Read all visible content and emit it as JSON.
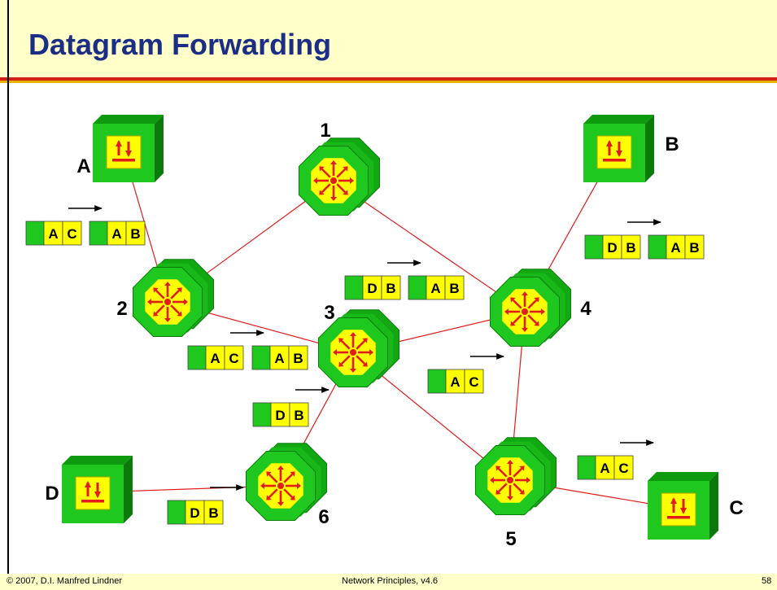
{
  "title": "Datagram Forwarding",
  "footer": {
    "copyright": "© 2007, D.I. Manfred Lindner",
    "course": "Network Principles, v4.6",
    "page": "58"
  },
  "colors": {
    "header_bg": "#ffffc9",
    "title": "#1c2d86",
    "router_green": "#1ec81e",
    "router_yellow": "#ffff00",
    "arrow_red": "#e21b1b",
    "link_red": "#e21b1b"
  },
  "hosts": [
    {
      "id": "A",
      "label": "A"
    },
    {
      "id": "B",
      "label": "B"
    },
    {
      "id": "C",
      "label": "C"
    },
    {
      "id": "D",
      "label": "D"
    }
  ],
  "routers": [
    {
      "id": "1",
      "label": "1"
    },
    {
      "id": "2",
      "label": "2"
    },
    {
      "id": "3",
      "label": "3"
    },
    {
      "id": "4",
      "label": "4"
    },
    {
      "id": "5",
      "label": "5"
    },
    {
      "id": "6",
      "label": "6"
    }
  ],
  "links": [
    [
      "A",
      "2"
    ],
    [
      "2",
      "1"
    ],
    [
      "1",
      "4"
    ],
    [
      "2",
      "3"
    ],
    [
      "3",
      "4"
    ],
    [
      "4",
      "B"
    ],
    [
      "3",
      "6"
    ],
    [
      "6",
      "D"
    ],
    [
      "3",
      "5"
    ],
    [
      "4",
      "5"
    ],
    [
      "5",
      "C"
    ]
  ],
  "packets": [
    {
      "cells": [
        "A",
        "C"
      ]
    },
    {
      "cells": [
        "A",
        "B"
      ]
    },
    {
      "cells": [
        "D",
        "B"
      ]
    },
    {
      "cells": [
        "A",
        "B"
      ]
    },
    {
      "cells": [
        "D",
        "B"
      ]
    },
    {
      "cells": [
        "A",
        "B"
      ]
    },
    {
      "cells": [
        "A",
        "C"
      ]
    },
    {
      "cells": [
        "A",
        "B"
      ]
    },
    {
      "cells": [
        "A",
        "C"
      ]
    },
    {
      "cells": [
        "D",
        "B"
      ]
    },
    {
      "cells": [
        "A",
        "C"
      ]
    },
    {
      "cells": [
        "D",
        "B"
      ]
    }
  ]
}
